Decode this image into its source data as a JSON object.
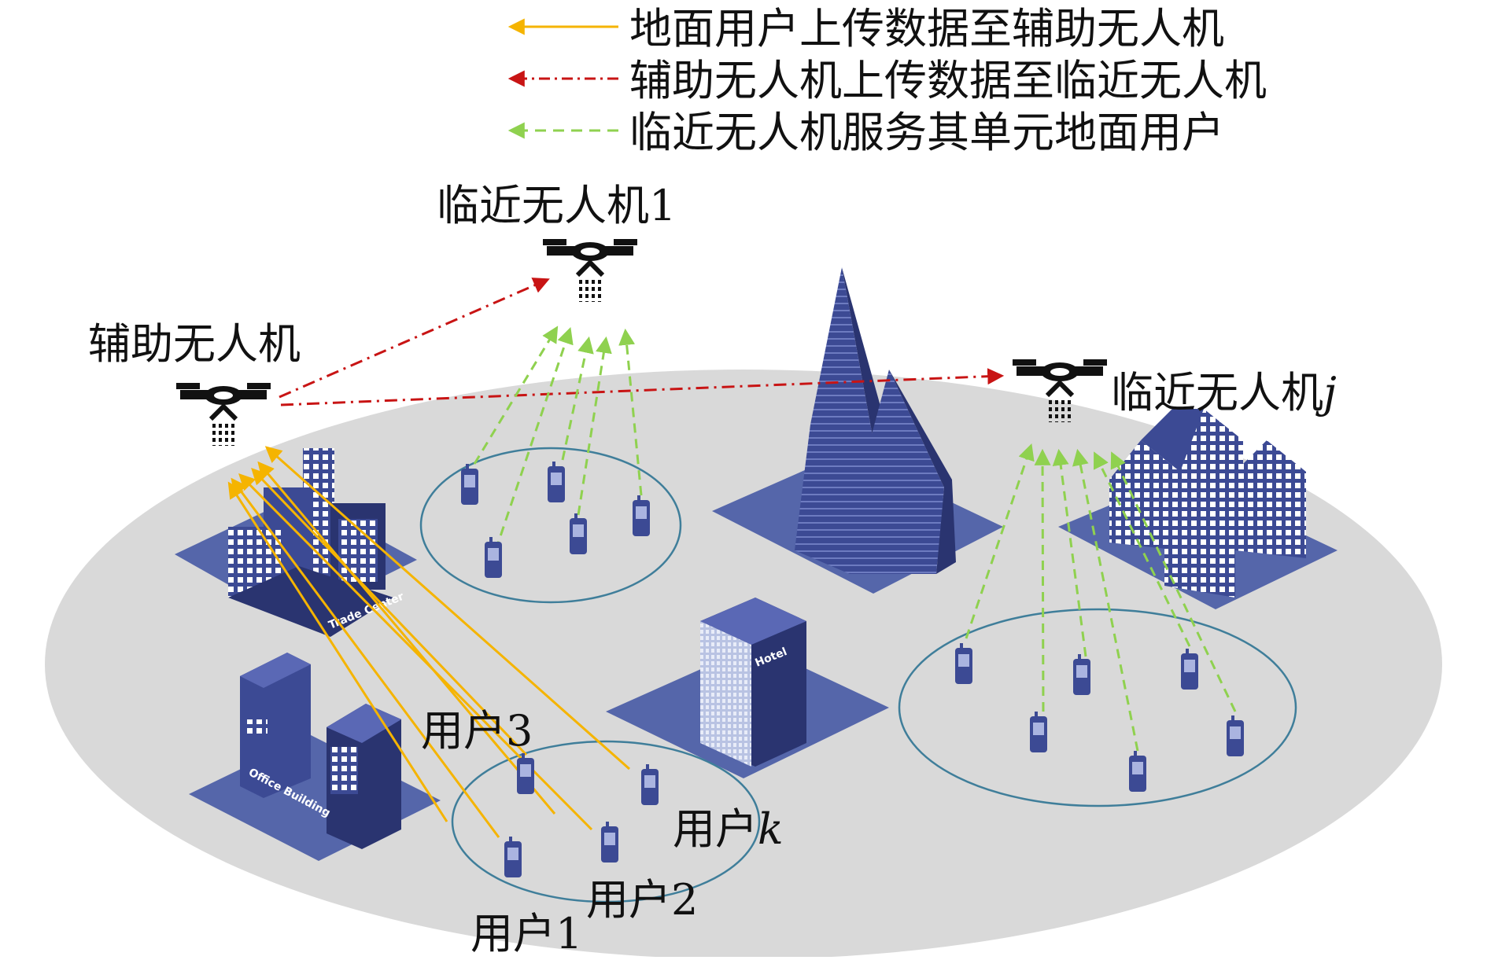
{
  "legend": [
    {
      "text": "地面用户上传数据至辅助无人机",
      "color": "#f5b400",
      "style": "solid"
    },
    {
      "text": "辅助无人机上传数据至临近无人机",
      "color": "#c81414",
      "style": "dashdot"
    },
    {
      "text": "临近无人机服务其单元地面用户",
      "color": "#8fd14f",
      "style": "dashed"
    }
  ],
  "labels": {
    "near_uav_1": "临近无人机1",
    "helper_uav": "辅助无人机",
    "near_uav_j_prefix": "临近无人机",
    "near_uav_j_index": "j",
    "user_3": "用户3",
    "user_k_prefix": "用户",
    "user_k_index": "k",
    "user_2": "用户2",
    "user_1": "用户1"
  },
  "building_signs": {
    "hotel": "Hotel",
    "office": "Office Building",
    "trade": "Trade Center"
  },
  "colors": {
    "ground": "#d9d9d9",
    "building": "#3c4a94",
    "building_dark": "#2a3470",
    "plaza": "#5566aa",
    "cluster_circle": "#3f7e9a",
    "uplink": "#f5b400",
    "relay": "#c81414",
    "service": "#8fd14f"
  }
}
